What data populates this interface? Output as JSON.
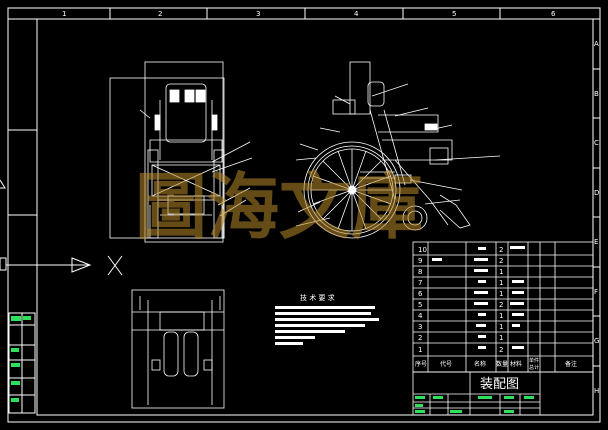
{
  "colors": {
    "background": "#000000",
    "line": "#ffffff",
    "label": "#2ee05a",
    "watermark": "#b88a2a"
  },
  "border_zones_top": [
    "1",
    "2",
    "3",
    "4",
    "5",
    "6"
  ],
  "border_zones_right": [
    "A",
    "B",
    "C",
    "D",
    "E",
    "F",
    "G",
    "H"
  ],
  "watermark": "圖海文庫",
  "tech_notes_title": "技 术 要 求",
  "bom": {
    "rows": [
      {
        "no": "10",
        "qty": "2"
      },
      {
        "no": "9",
        "qty": "2"
      },
      {
        "no": "8",
        "qty": "1"
      },
      {
        "no": "7",
        "qty": "1"
      },
      {
        "no": "6",
        "qty": "1"
      },
      {
        "no": "5",
        "qty": "2"
      },
      {
        "no": "4",
        "qty": "1"
      },
      {
        "no": "3",
        "qty": "1"
      },
      {
        "no": "2",
        "qty": "1"
      },
      {
        "no": "1",
        "qty": "2"
      }
    ],
    "headers": [
      "序号",
      "代号",
      "名称",
      "数量",
      "材料",
      "单件",
      "总计",
      "备注"
    ]
  },
  "title_block": {
    "title": "装配图"
  }
}
